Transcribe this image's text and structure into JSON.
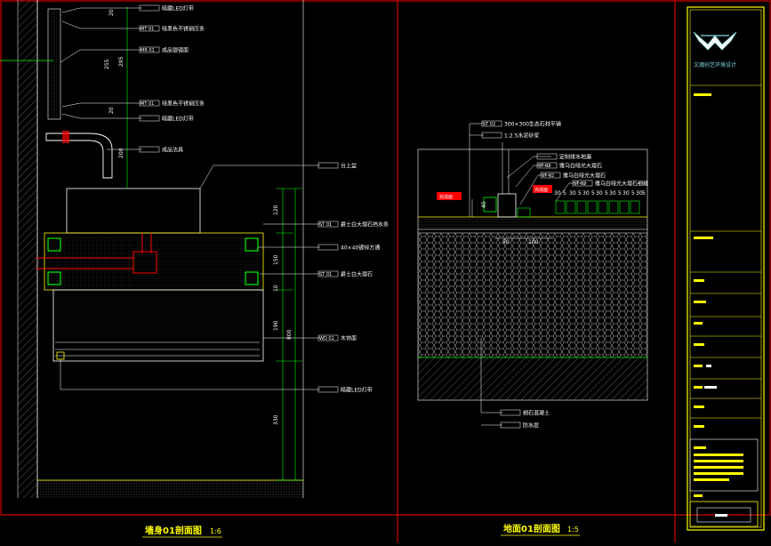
{
  "left_drawing": {
    "title": "墙身01剖面图",
    "scale": "1:6",
    "callouts": [
      {
        "tag": "",
        "text": "暗藏LED灯带"
      },
      {
        "tag": "MT 01",
        "text": "哑黑色不锈钢压条"
      },
      {
        "tag": "MR 01",
        "text": "成品银镜面"
      },
      {
        "tag": "MT 01",
        "text": "哑黑色不锈钢压条"
      },
      {
        "tag": "",
        "text": "暗藏LED灯带"
      },
      {
        "tag": "",
        "text": "成品洁具"
      },
      {
        "tag": "",
        "text": "台上盆"
      },
      {
        "tag": "ST 01",
        "text": "爵士白大理石挡水条"
      },
      {
        "tag": "",
        "text": "40×40镀锌方通"
      },
      {
        "tag": "ST 01",
        "text": "爵士白大理石"
      },
      {
        "tag": "WD 01",
        "text": "木饰面"
      },
      {
        "tag": "",
        "text": "暗藏LED灯带"
      }
    ],
    "dims": [
      "20",
      "295",
      "255",
      "20",
      "200",
      "120",
      "150",
      "10",
      "190",
      "800",
      "330"
    ]
  },
  "right_drawing": {
    "title": "地面01剖面图",
    "scale": "1:5",
    "callouts": [
      {
        "tag": "ST 02",
        "text": "300×300生态石材平铺"
      },
      {
        "tag": "",
        "text": "1:2.5水泥砂浆"
      },
      {
        "tag": "",
        "text": "定制排水地漏"
      },
      {
        "tag": "ST 02",
        "text": "雅马白哑光大理石"
      },
      {
        "tag": "ST 02",
        "text": "雅马白哑光大理石"
      },
      {
        "tag": "ST 02",
        "text": "雅马白哑光大理石细缝"
      },
      {
        "tag": "",
        "text": "细石混凝土"
      },
      {
        "tag": "",
        "text": "防水层"
      }
    ],
    "dims": [
      "40",
      "50",
      "100",
      "30",
      "5"
    ],
    "red_tags": [
      "完成面",
      "完成面"
    ]
  },
  "title_block": {
    "company": "文瀚创艺环境设计",
    "colors": {
      "frame": "#ffff00",
      "logo": "#7ed8d8",
      "hatch": "#b0b0b0",
      "accent": "#ff0000",
      "dim": "#00ff00"
    }
  }
}
